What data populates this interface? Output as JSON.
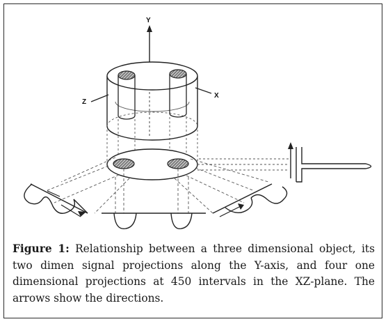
{
  "figure": {
    "axis_labels": {
      "y": "Y",
      "z": "Z",
      "x": "X"
    },
    "caption_label": "Figure 1:",
    "caption_text": " Relationship between a three dimensional object, its two dimen signal projections along the Y-axis, and four one dimensional projections at 450 intervals in the XZ-plane. The arrows show the directions."
  }
}
